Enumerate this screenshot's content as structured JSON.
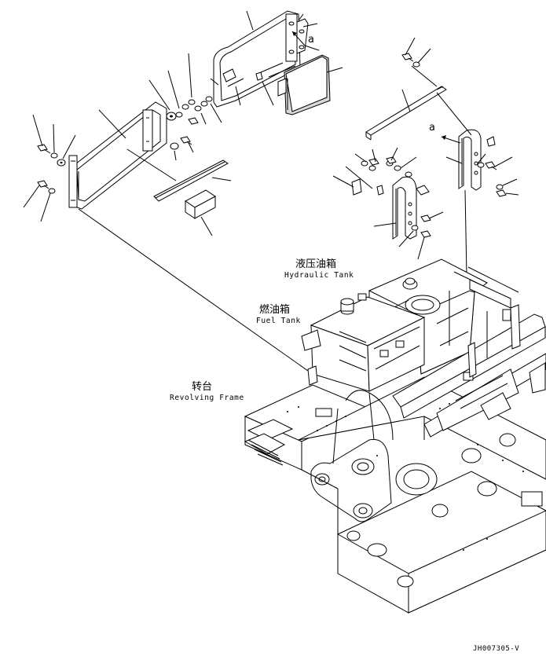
{
  "labels": {
    "hydraulic_tank_cn": "液压油箱",
    "hydraulic_tank_en": "Hydraulic Tank",
    "fuel_tank_cn": "燃油箱",
    "fuel_tank_en": "Fuel Tank",
    "revolving_frame_cn": "转台",
    "revolving_frame_en": "Revolving Frame",
    "ref_a_top": "a",
    "ref_a_right": "a"
  },
  "drawing_code": "JH007305-V"
}
